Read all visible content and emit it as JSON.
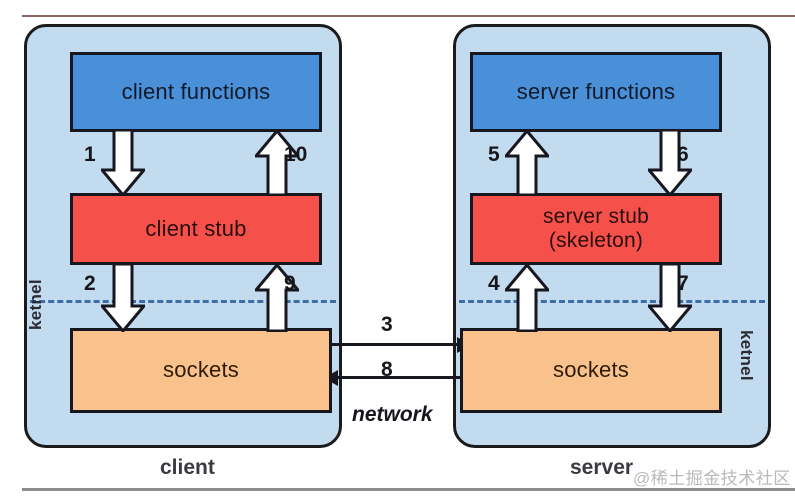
{
  "diagram": {
    "title": "RPC client server stub sockets flow",
    "colors": {
      "panel_fill": "#c2dbef",
      "functions_fill": "#4a90d9",
      "stub_fill": "#f5514a",
      "sockets_fill": "#f9c28c",
      "outline": "#17171f",
      "kernel_dash": "#3e6ea8",
      "top_rule": "#7a4a4a",
      "bottom_rule": "#8d8d8d",
      "watermark": "#b9b9b9"
    }
  },
  "client": {
    "caption": "client",
    "kernel_label": "ketnel",
    "functions": "client functions",
    "stub": "client stub",
    "sockets": "sockets"
  },
  "server": {
    "caption": "server",
    "kernel_label": "ketnel",
    "functions": "server functions",
    "stub_line1": "server stub",
    "stub_line2": "(skeleton)",
    "sockets": "sockets"
  },
  "network": {
    "label": "network",
    "request_step": "3",
    "reply_step": "8"
  },
  "steps": {
    "s1": "1",
    "s2": "2",
    "s3": "3",
    "s4": "4",
    "s5": "5",
    "s6": "6",
    "s7": "7",
    "s8": "8",
    "s9": "9",
    "s10": "10"
  },
  "watermark": "@稀土掘金技术社区",
  "flow_description": {
    "1": "client functions -> client stub",
    "2": "client stub -> client sockets",
    "3": "client sockets -> server sockets (over network)",
    "4": "server sockets -> server stub",
    "5": "server stub -> server functions",
    "6": "server functions -> server stub",
    "7": "server stub -> server sockets",
    "8": "server sockets -> client sockets (over network)",
    "9": "client sockets -> client stub",
    "10": "client stub -> client functions"
  }
}
